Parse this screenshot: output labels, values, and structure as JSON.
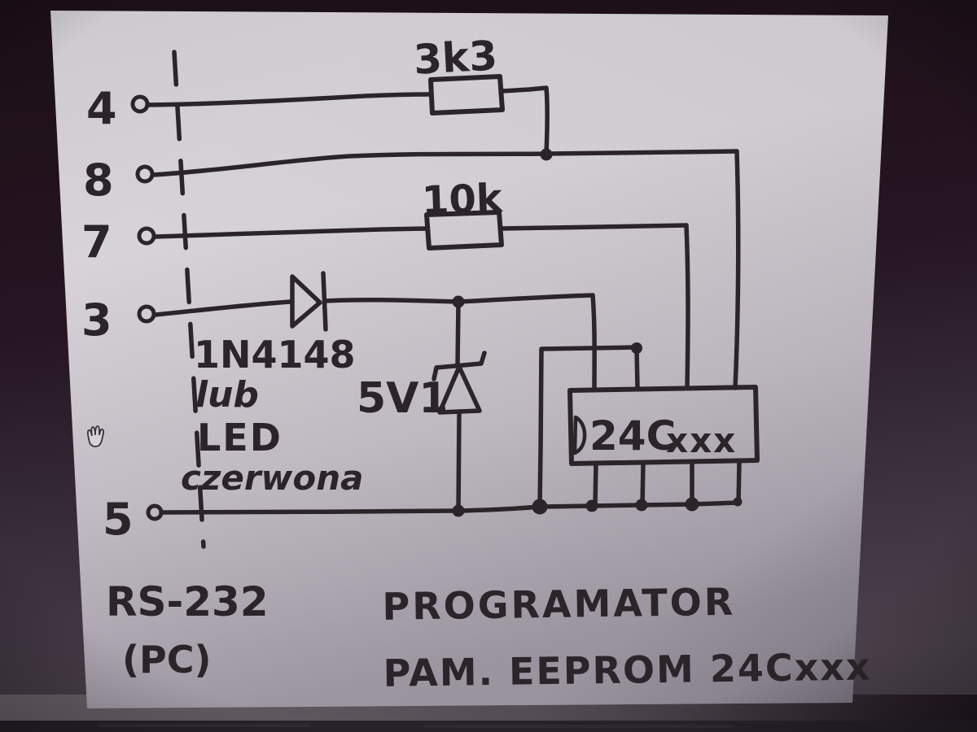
{
  "schematic": {
    "connector": {
      "pin_labels": [
        "4",
        "8",
        "7",
        "3",
        "5"
      ],
      "name": "RS-232",
      "device": "(PC)"
    },
    "components": {
      "resistor_r1": "3k3",
      "resistor_r2": "10k",
      "diode_d1": "1N4148",
      "alt_word": "lub",
      "alt_part": "LED",
      "alt_color": "czerwona",
      "zener_d2": "5V1",
      "ic_name": "24C",
      "ic_suffix": "xxx"
    },
    "caption": {
      "line1": "PROGRAMATOR",
      "line2": "PAM. EEPROM 24Cxxx"
    },
    "cursor_icon": "hand-grab-cursor",
    "colors": {
      "ink": "#2b2529",
      "paper": "#d2cfd4",
      "background": "#241722",
      "bezel": "#5a525a"
    }
  }
}
